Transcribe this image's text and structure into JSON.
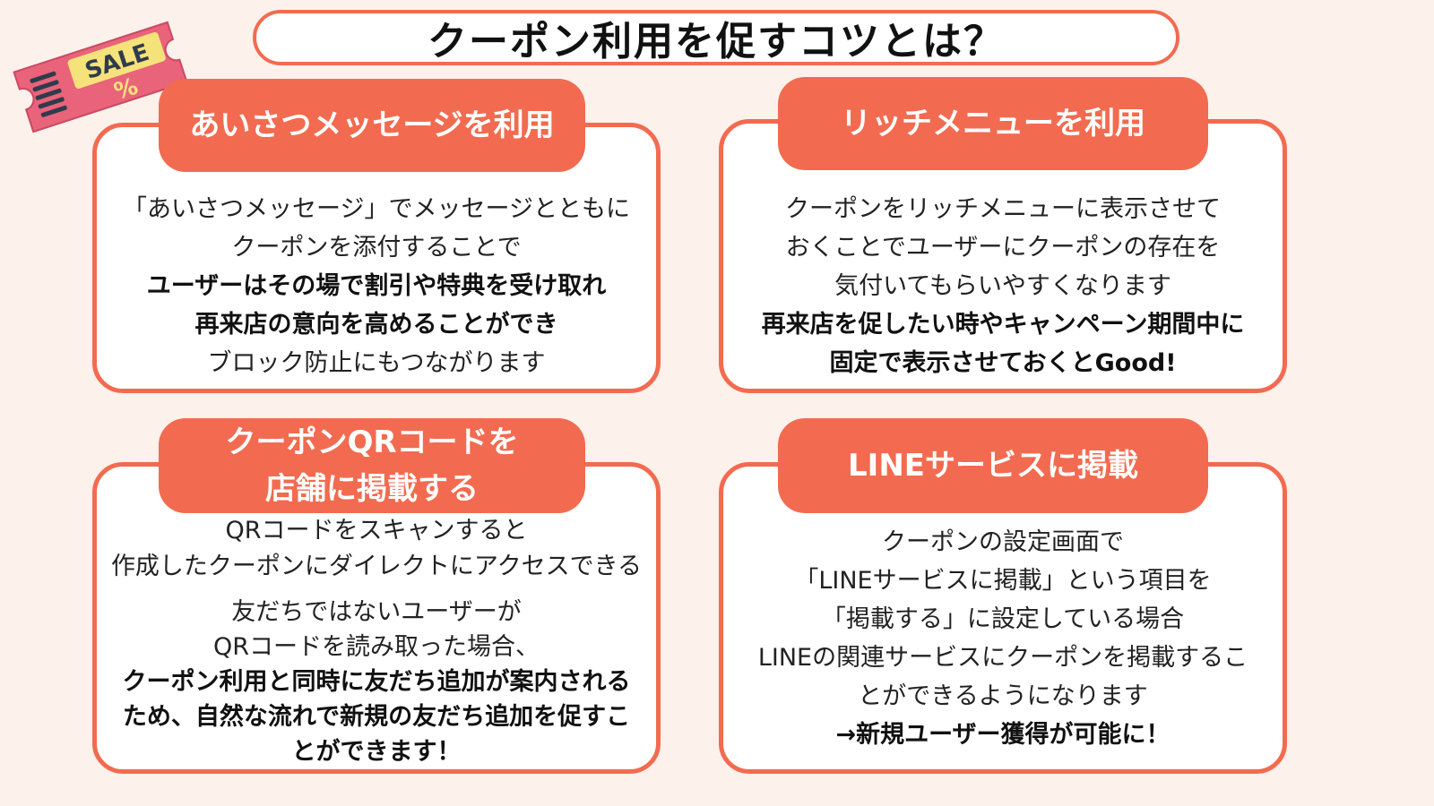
{
  "title": "クーポン利用を促すコツとは？",
  "ticket": {
    "label": "SALE",
    "symbol": "%"
  },
  "cards": [
    {
      "heading": "あいさつメッセージを利用",
      "lines": [
        "「あいさつメッセージ」でメッセージとともに",
        "クーポンを添付することで",
        "ユーザーはその場で割引や特典を受け取れ",
        "再来店の意向を高めることができ",
        "ブロック防止にもつながります"
      ]
    },
    {
      "heading": "リッチメニューを利用",
      "lines": [
        "クーポンをリッチメニューに表示させて",
        "おくことでユーザーにクーポンの存在を",
        "気付いてもらいやすくなります",
        "再来店を促したい時やキャンペーン期間中に",
        "固定で表示させておくとGood!"
      ]
    },
    {
      "heading_line1": "クーポンQRコードを",
      "heading_line2": "店舗に掲載する",
      "lines_a": [
        "QRコードをスキャンすると",
        "作成したクーポンにダイレクトにアクセスできる"
      ],
      "lines_b": [
        "友だちではないユーザーが",
        "QRコードを読み取った場合、",
        "クーポン利用と同時に友だち追加が案内される",
        "ため、自然な流れで新規の友だち追加を促すこ",
        "とができます！"
      ]
    },
    {
      "heading": "LINEサービスに掲載",
      "lines": [
        "クーポンの設定画面で",
        "「LINEサービスに掲載」という項目を",
        "「掲載する」に設定している場合",
        "LINEの関連サービスにクーポンを掲載するこ",
        "とができるようになります",
        "→新規ユーザー獲得が可能に！"
      ]
    }
  ],
  "colors": {
    "accent": "#f26b50",
    "background": "#fdf1ec",
    "ticket": "#e9637a",
    "ticket_label": "#f6e27a"
  }
}
